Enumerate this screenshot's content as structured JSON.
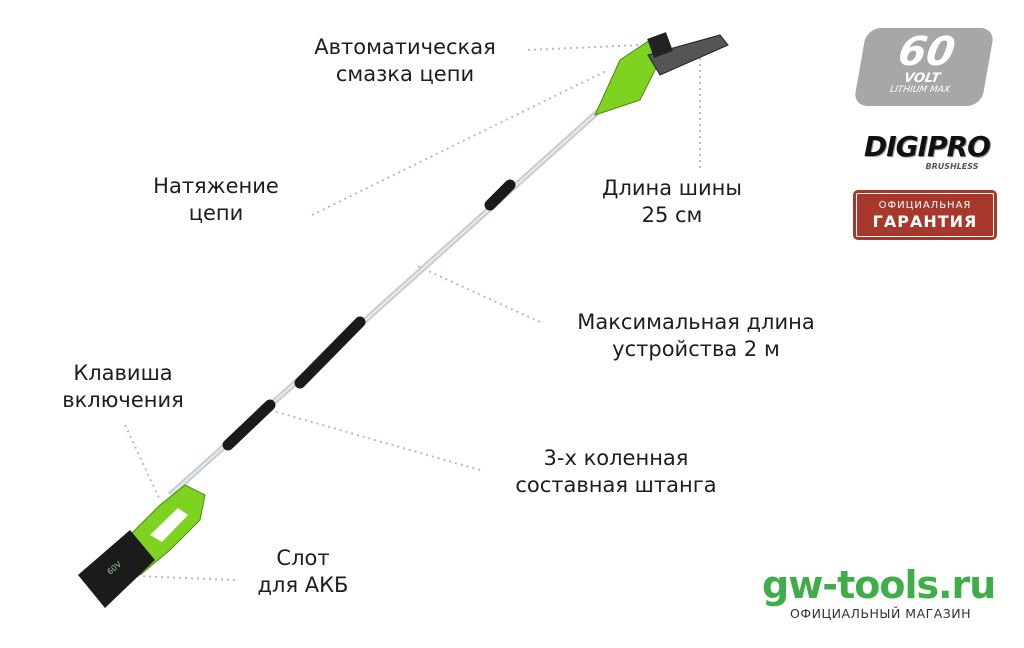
{
  "labels": {
    "chain_oiling": [
      "Автоматическая",
      "смазка цепи"
    ],
    "chain_tension": [
      "Натяжение",
      "цепи"
    ],
    "bar_length": [
      "Длина шины",
      "25 см"
    ],
    "max_length": [
      "Максимальная длина",
      "устройства 2 м"
    ],
    "power_switch": [
      "Клавиша",
      "включения"
    ],
    "pole": [
      "3-х коленная",
      "составная штанга"
    ],
    "battery_slot": [
      "Слот",
      "для АКБ"
    ]
  },
  "badges": {
    "volt": {
      "number": "60",
      "volt": "VOLT",
      "lithium": "LITHIUM",
      "max": "MAX"
    },
    "digipro": {
      "name": "DIGIPRO",
      "sub": "BRUSHLESS"
    },
    "warranty": {
      "line1": "ОФИЦИАЛЬНАЯ",
      "line2": "ГАРАНТИЯ"
    }
  },
  "brand": {
    "site": "gw-tools.ru",
    "tagline": "ОФИЦИАЛЬНЫЙ МАГАЗИН"
  },
  "colors": {
    "label_green": "#8cc63f",
    "tool_green": "#7ed321",
    "brand_green": "#3fae49",
    "warranty_red": "#a8382c",
    "volt_gray": "#a7a7a7"
  }
}
